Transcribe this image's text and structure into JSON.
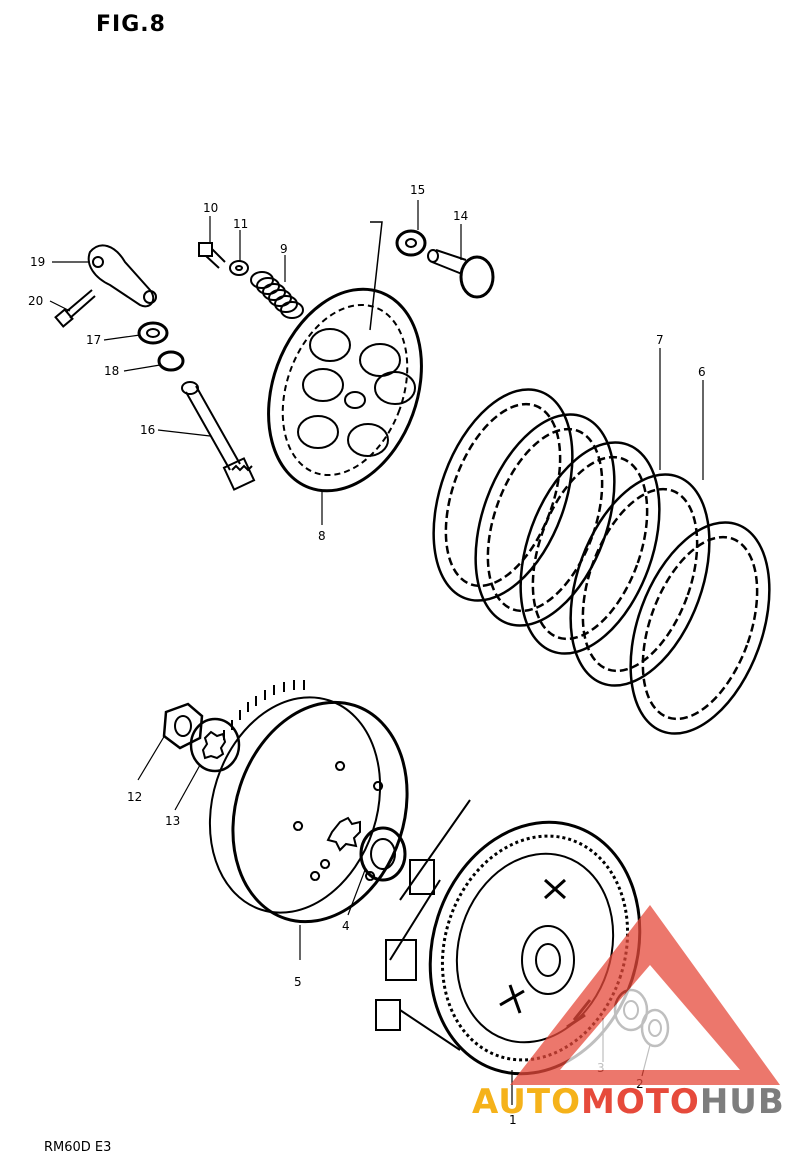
{
  "figure": {
    "title": "FIG.8",
    "model_code": "RM60D E3"
  },
  "callouts": [
    "1",
    "2",
    "3",
    "4",
    "5",
    "6",
    "7",
    "8",
    "9",
    "10",
    "11",
    "12",
    "13",
    "14",
    "15",
    "16",
    "17",
    "18",
    "19",
    "20"
  ],
  "watermark": {
    "part1": "AUTO",
    "part2": "MOTO",
    "part3": "HUB",
    "colors": {
      "yellow": "#f5b21a",
      "red": "#e64a3b",
      "gray": "#7d7d7d"
    }
  },
  "colors": {
    "ink": "#000000",
    "paper": "#ffffff"
  }
}
